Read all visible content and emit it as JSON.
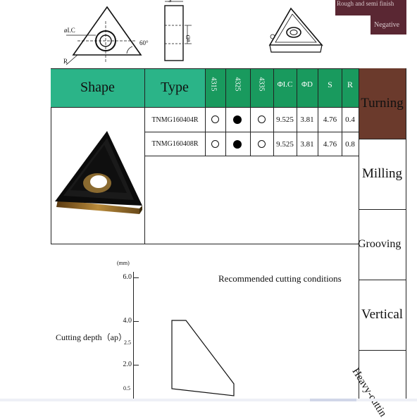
{
  "top_right": {
    "tag1": "Rough and semi finish",
    "tag2": "Negative"
  },
  "drawing": {
    "label_ic": "øI.C",
    "label_angle": "60°",
    "label_r": "R",
    "label_s": "S",
    "label_d": "øD"
  },
  "table": {
    "header": {
      "shape": "Shape",
      "type": "Type",
      "grades": [
        "4315",
        "4325",
        "4335"
      ],
      "ic": "ΦI.C",
      "d": "ΦD",
      "s": "S",
      "r": "R"
    },
    "rows": [
      {
        "type": "TNMG160404R",
        "g1": "open",
        "g2": "filled",
        "g3": "open",
        "ic": "9.525",
        "d": "3.81",
        "s": "4.76",
        "r": "0.4"
      },
      {
        "type": "TNMG160408R",
        "g1": "open",
        "g2": "filled",
        "g3": "open",
        "ic": "9.525",
        "d": "3.81",
        "s": "4.76",
        "r": "0.8"
      }
    ]
  },
  "side_tabs": [
    "Turning",
    "Milling",
    "Grooving",
    "Vertical",
    "Heavy-cuttin"
  ],
  "chart": {
    "title": "Recommended cutting conditions",
    "unit": "(mm)",
    "ylabel": "Cutting depth（ap）",
    "yticks": [
      "6.0",
      "4.0",
      "2.0"
    ],
    "ylabels_small": [
      "2.5",
      "0.5"
    ]
  },
  "colors": {
    "header_teal": "#2bb488",
    "grade_green": "#199a5e",
    "turning_brown": "#6b3a2c",
    "tag_maroon": "#5a2733"
  }
}
